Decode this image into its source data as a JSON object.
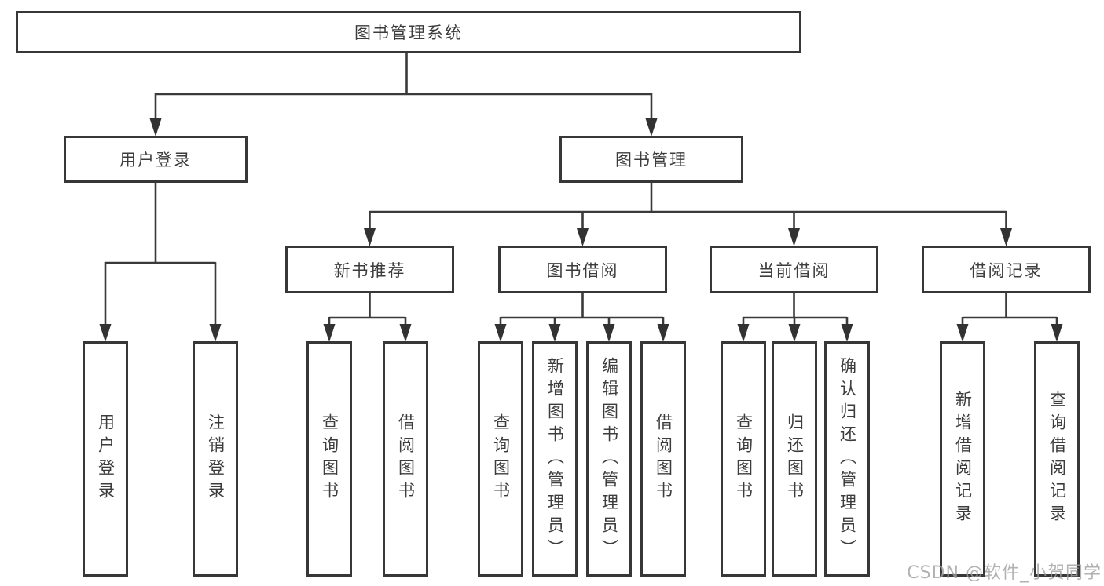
{
  "diagram": {
    "title": "图书管理系统",
    "branches": [
      {
        "label": "用户登录",
        "children": [
          {
            "label": "用户登录"
          },
          {
            "label": "注销登录"
          }
        ]
      },
      {
        "label": "图书管理",
        "children": [
          {
            "label": "新书推荐",
            "children": [
              {
                "label": "查询图书"
              },
              {
                "label": "借阅图书"
              }
            ]
          },
          {
            "label": "图书借阅",
            "children": [
              {
                "label": "查询图书"
              },
              {
                "label": "新增图书（管理员）"
              },
              {
                "label": "编辑图书（管理员）"
              },
              {
                "label": "借阅图书"
              }
            ]
          },
          {
            "label": "当前借阅",
            "children": [
              {
                "label": "查询图书"
              },
              {
                "label": "归还图书"
              },
              {
                "label": "确认归还（管理员）"
              }
            ]
          },
          {
            "label": "借阅记录",
            "children": [
              {
                "label": "新增借阅记录"
              },
              {
                "label": "查询借阅记录"
              }
            ]
          }
        ]
      }
    ]
  },
  "watermark": {
    "text": "CSDN @软件_小贺同学"
  },
  "colors": {
    "line": "#3a3a3a",
    "border": "#373737",
    "text": "#3c3c3c",
    "watermark": "#9f9f9f",
    "background": "#ffffff"
  }
}
